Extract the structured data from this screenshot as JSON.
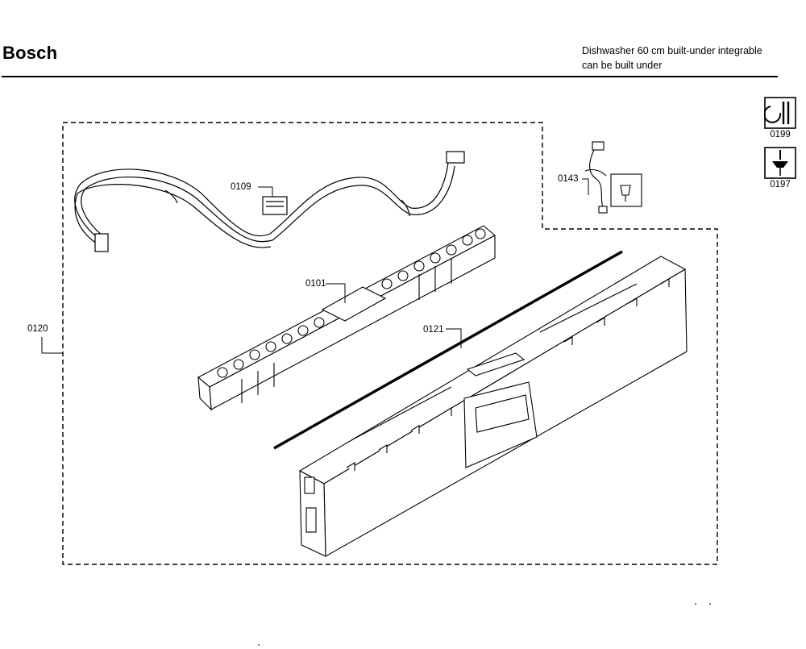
{
  "header": {
    "brand": "Bosch",
    "description_line1": "Dishwasher 60 cm built-under integrable",
    "description_line2": "can be built under"
  },
  "callouts": {
    "c0109": "0109",
    "c0101": "0101",
    "c0120": "0120",
    "c0121": "0121",
    "c0143": "0143"
  },
  "side_symbols": [
    {
      "label": "0199",
      "icon": "wrench-tool-icon"
    },
    {
      "label": "0197",
      "icon": "fastener-tool-icon"
    }
  ]
}
